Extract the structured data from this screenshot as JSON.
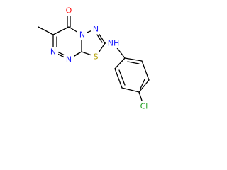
{
  "molecule": {
    "atoms": {
      "oxygen": "O",
      "nitrogen_triazine_a": "N",
      "nitrogen_triazine_b": "N",
      "nitrogen_fused": "N",
      "nitrogen_thiadiazole": "N",
      "amine": "NH",
      "sulfur": "S",
      "chlorine": "Cl"
    },
    "colors": {
      "bond": "#000000",
      "nitrogen": "#1a1aff",
      "oxygen": "#ff0d0d",
      "sulfur": "#b3a100",
      "chlorine": "#1ea01e"
    }
  }
}
